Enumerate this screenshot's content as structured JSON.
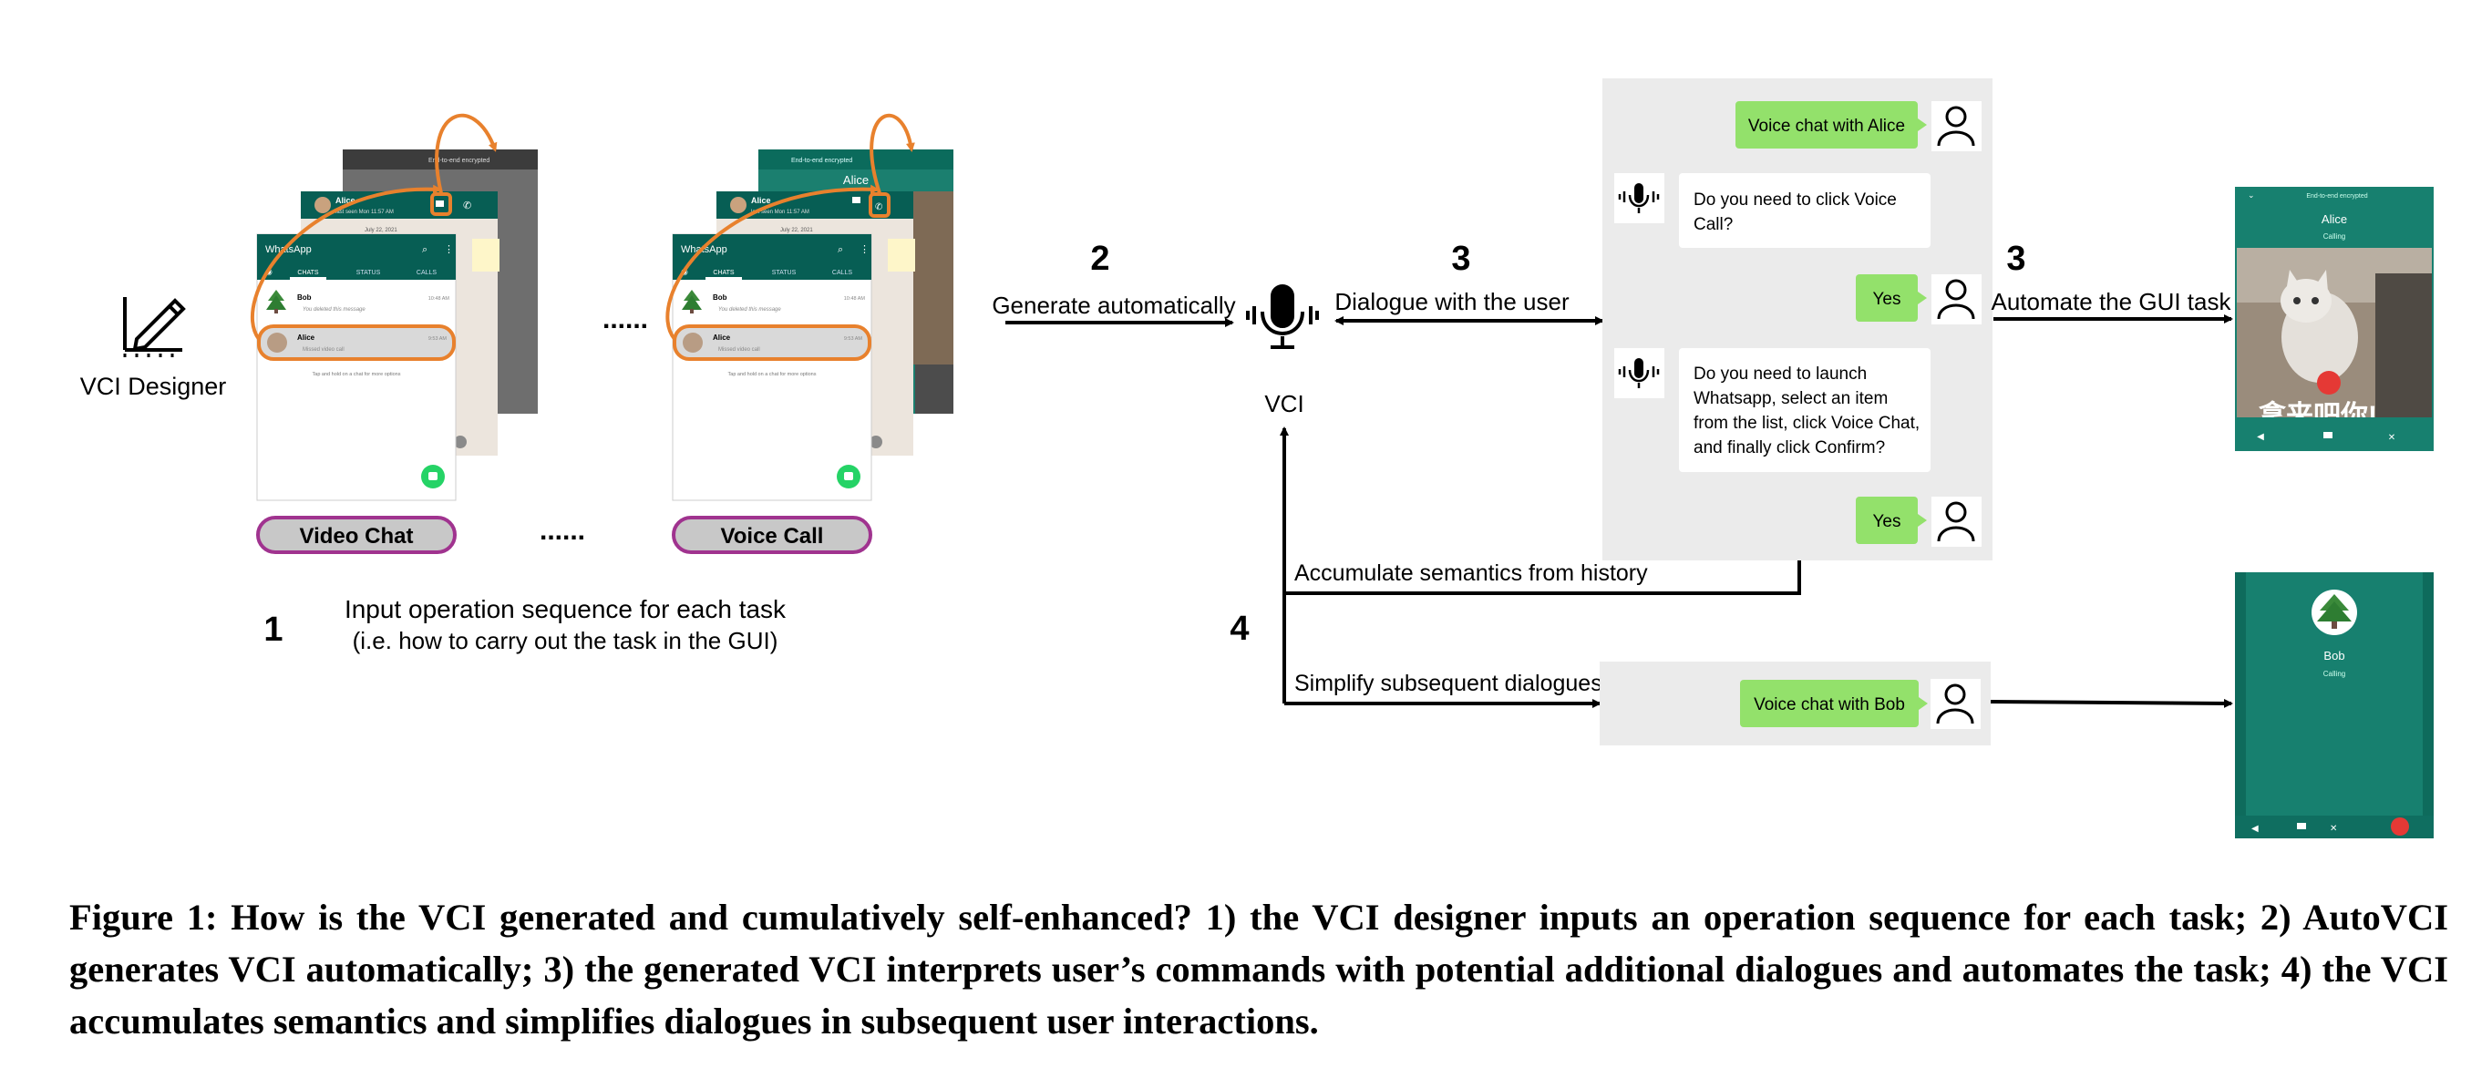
{
  "designer": {
    "label": "VCI Designer",
    "icon": "pencil-ruler-icon"
  },
  "screens": {
    "app_name": "WhatsApp",
    "tab_chats": "CHATS",
    "tab_status": "STATUS",
    "tab_calls": "CALLS",
    "contact_bob": "Bob",
    "bob_msg": "You deleted this message",
    "bob_time": "10:48 AM",
    "contact_alice": "Alice",
    "alice_msg": "Missed video call",
    "alice_time": "9:53 AM",
    "hint": "Tap and hold on a chat for more options",
    "chat_name": "Alice",
    "chat_status": "last seen Mon 11:57 AM",
    "date": "July 22, 2021",
    "encrypted": "End-to-end encrypted",
    "calling": "Calling"
  },
  "sequence_dots": "......",
  "tasks": {
    "left": "Video Chat",
    "right": "Voice Call"
  },
  "step1": {
    "number": "1",
    "line1": "Input operation sequence for each task",
    "line2": "(i.e. how to carry out the task in the GUI)"
  },
  "step2": {
    "number": "2",
    "label": "Generate automatically"
  },
  "vci": {
    "label": "VCI",
    "icon": "microphone-icon"
  },
  "step3a": {
    "number": "3",
    "label": "Dialogue with the user"
  },
  "step3b": {
    "number": "3",
    "label": "Automate the GUI task"
  },
  "step4": {
    "number": "4",
    "accumulate": "Accumulate semantics from history",
    "simplify": "Simplify subsequent dialogues"
  },
  "dialogue": {
    "user1": "Voice chat with Alice",
    "vci1_line1": "Do you need to click Voice",
    "vci1_line2": "Call?",
    "user2": "Yes",
    "vci2_line1": "Do you need to launch",
    "vci2_line2": "Whatsapp, select an item",
    "vci2_line3": "from the list, click Voice Chat,",
    "vci2_line4": "and finally click Confirm?",
    "user3": "Yes",
    "user_bob": "Voice chat with Bob"
  },
  "call_screens": {
    "alice_name": "Alice",
    "bob_name": "Bob",
    "calling": "Calling",
    "photo_text": "拿来吧你!"
  },
  "caption": "Figure 1: How is the VCI generated and cumulatively self-enhanced? 1) the VCI designer inputs an operation sequence for each task; 2) AutoVCI generates VCI automatically; 3) the generated VCI interprets user’s commands with potential additional dialogues and automates the task; 4) the VCI accumulates semantics and simplifies dialogues in subsequent user interactions.",
  "colors": {
    "whatsapp_green": "#075E54",
    "teal": "#128C7E",
    "orange": "#E8812D",
    "purple": "#A0338F",
    "task_fill": "#C8C8C8",
    "user_bubble": "#93E16B",
    "dialogue_bg": "#EBEBEB",
    "call_bg": "#17806F",
    "red": "#E53935"
  }
}
